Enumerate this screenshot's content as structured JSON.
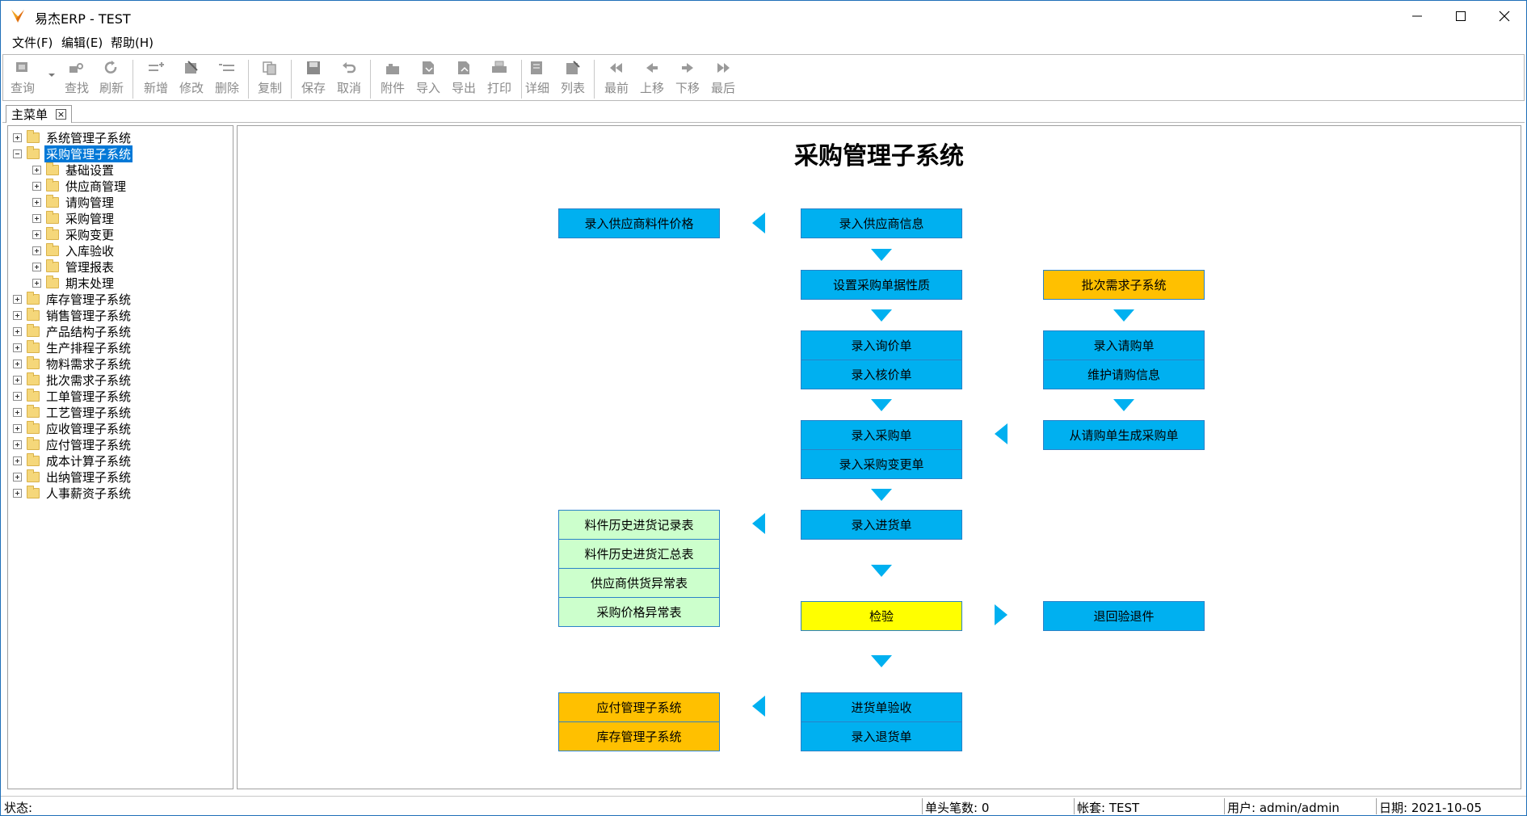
{
  "window": {
    "title": "易杰ERP - TEST"
  },
  "menu": [
    "文件(F)",
    "编辑(E)",
    "帮助(H)"
  ],
  "toolbar": {
    "query": "查询",
    "find": "查找",
    "refresh": "刷新",
    "add": "新增",
    "edit": "修改",
    "delete": "删除",
    "copy": "复制",
    "save": "保存",
    "cancel": "取消",
    "attach": "附件",
    "import": "导入",
    "export": "导出",
    "print": "打印",
    "detail": "详细",
    "list": "列表",
    "first": "最前",
    "prev": "上移",
    "next": "下移",
    "last": "最后"
  },
  "tab": {
    "label": "主菜单",
    "close": "×"
  },
  "tree": {
    "root": [
      "系统管理子系统",
      "采购管理子系统"
    ],
    "children": [
      "基础设置",
      "供应商管理",
      "请购管理",
      "采购管理",
      "采购变更",
      "入库验收",
      "管理报表",
      "期末处理"
    ],
    "rest": [
      "库存管理子系统",
      "销售管理子系统",
      "产品结构子系统",
      "生产排程子系统",
      "物料需求子系统",
      "批次需求子系统",
      "工单管理子系统",
      "工艺管理子系统",
      "应收管理子系统",
      "应付管理子系统",
      "成本计算子系统",
      "出纳管理子系统",
      "人事薪资子系统"
    ]
  },
  "flow": {
    "title": "采购管理子系统",
    "supplier_price": "录入供应商料件价格",
    "supplier_info": "录入供应商信息",
    "order_props": "设置采购单据性质",
    "batch_demand": "批次需求子系统",
    "inquiry": "录入询价单",
    "quote_check": "录入核价单",
    "requisition": "录入请购单",
    "maintain_req": "维护请购信息",
    "purchase_order": "录入采购单",
    "po_change": "录入采购变更单",
    "gen_po": "从请购单生成采购单",
    "hist_record": "料件历史进货记录表",
    "hist_summary": "料件历史进货汇总表",
    "supplier_abn": "供应商供货异常表",
    "price_abn": "采购价格异常表",
    "receipt": "录入进货单",
    "inspect": "检验",
    "return_rej": "退回验退件",
    "ap_sys": "应付管理子系统",
    "inv_sys": "库存管理子系统",
    "receipt_accept": "进货单验收",
    "return_order": "录入退货单"
  },
  "status": {
    "label": "状态:",
    "doc_count": "单头笔数: 0",
    "account": "帐套: TEST",
    "user": "用户: admin/admin",
    "date": "日期: 2021-10-05"
  },
  "colors": {
    "flow_box": "#00b0f0",
    "orange": "#ffc000",
    "yellow": "#ffff00",
    "green": "#ccffcc",
    "selection": "#0078d7"
  }
}
